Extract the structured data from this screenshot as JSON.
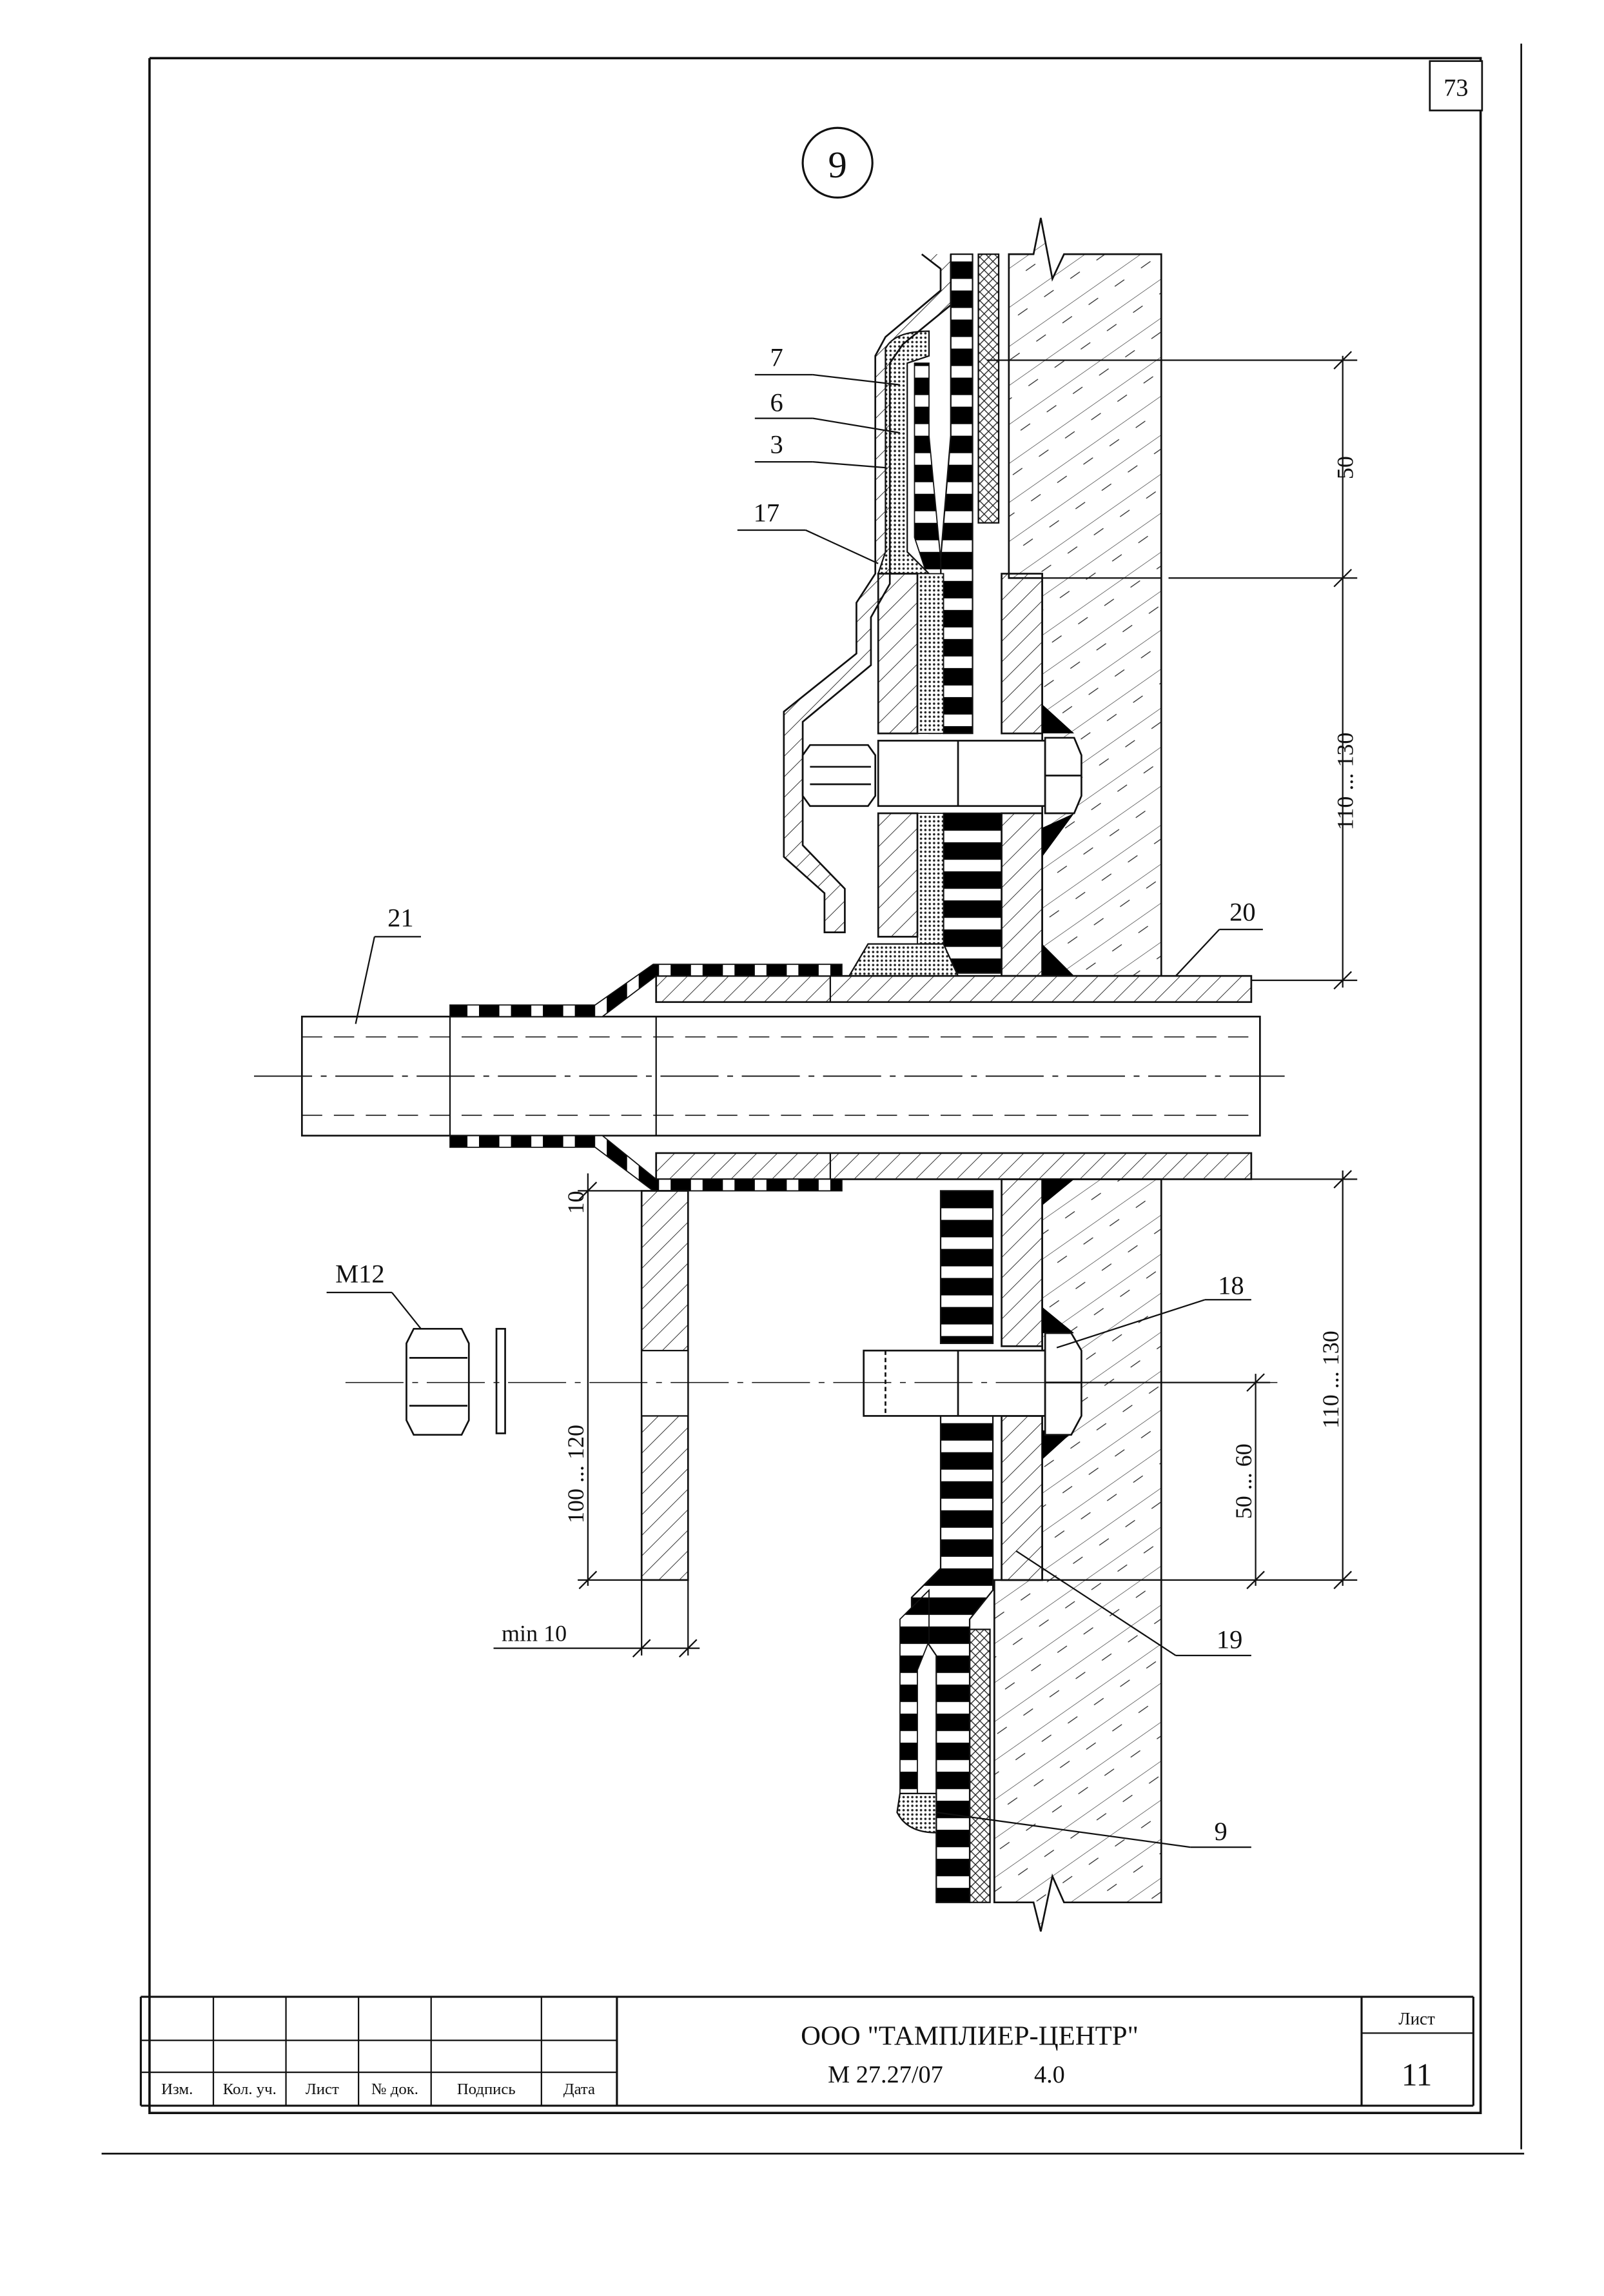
{
  "page_number": "73",
  "detail_number": "9",
  "callouts": {
    "c7": "7",
    "c6": "6",
    "c3": "3",
    "c17": "17",
    "c21": "21",
    "c20": "20",
    "c18": "18",
    "c19": "19",
    "c9": "9",
    "m12": "M12"
  },
  "dimensions": {
    "d50": "50",
    "d110_130_top": "110 ... 130",
    "d10": "10",
    "d100_120": "100 ... 120",
    "d110_130_bottom": "110 ... 130",
    "d50_60": "50 ... 60",
    "min10": "min 10"
  },
  "title_block": {
    "headers": [
      "Изм.",
      "Кол. уч.",
      "Лист",
      "№ док.",
      "Подпись",
      "Дата"
    ],
    "company": "ООО \"ТАМПЛИЕР-ЦЕНТР\"",
    "doc_code": "М 27.27/07",
    "doc_version": "4.0",
    "sheet_label": "Лист",
    "sheet_number": "11"
  }
}
